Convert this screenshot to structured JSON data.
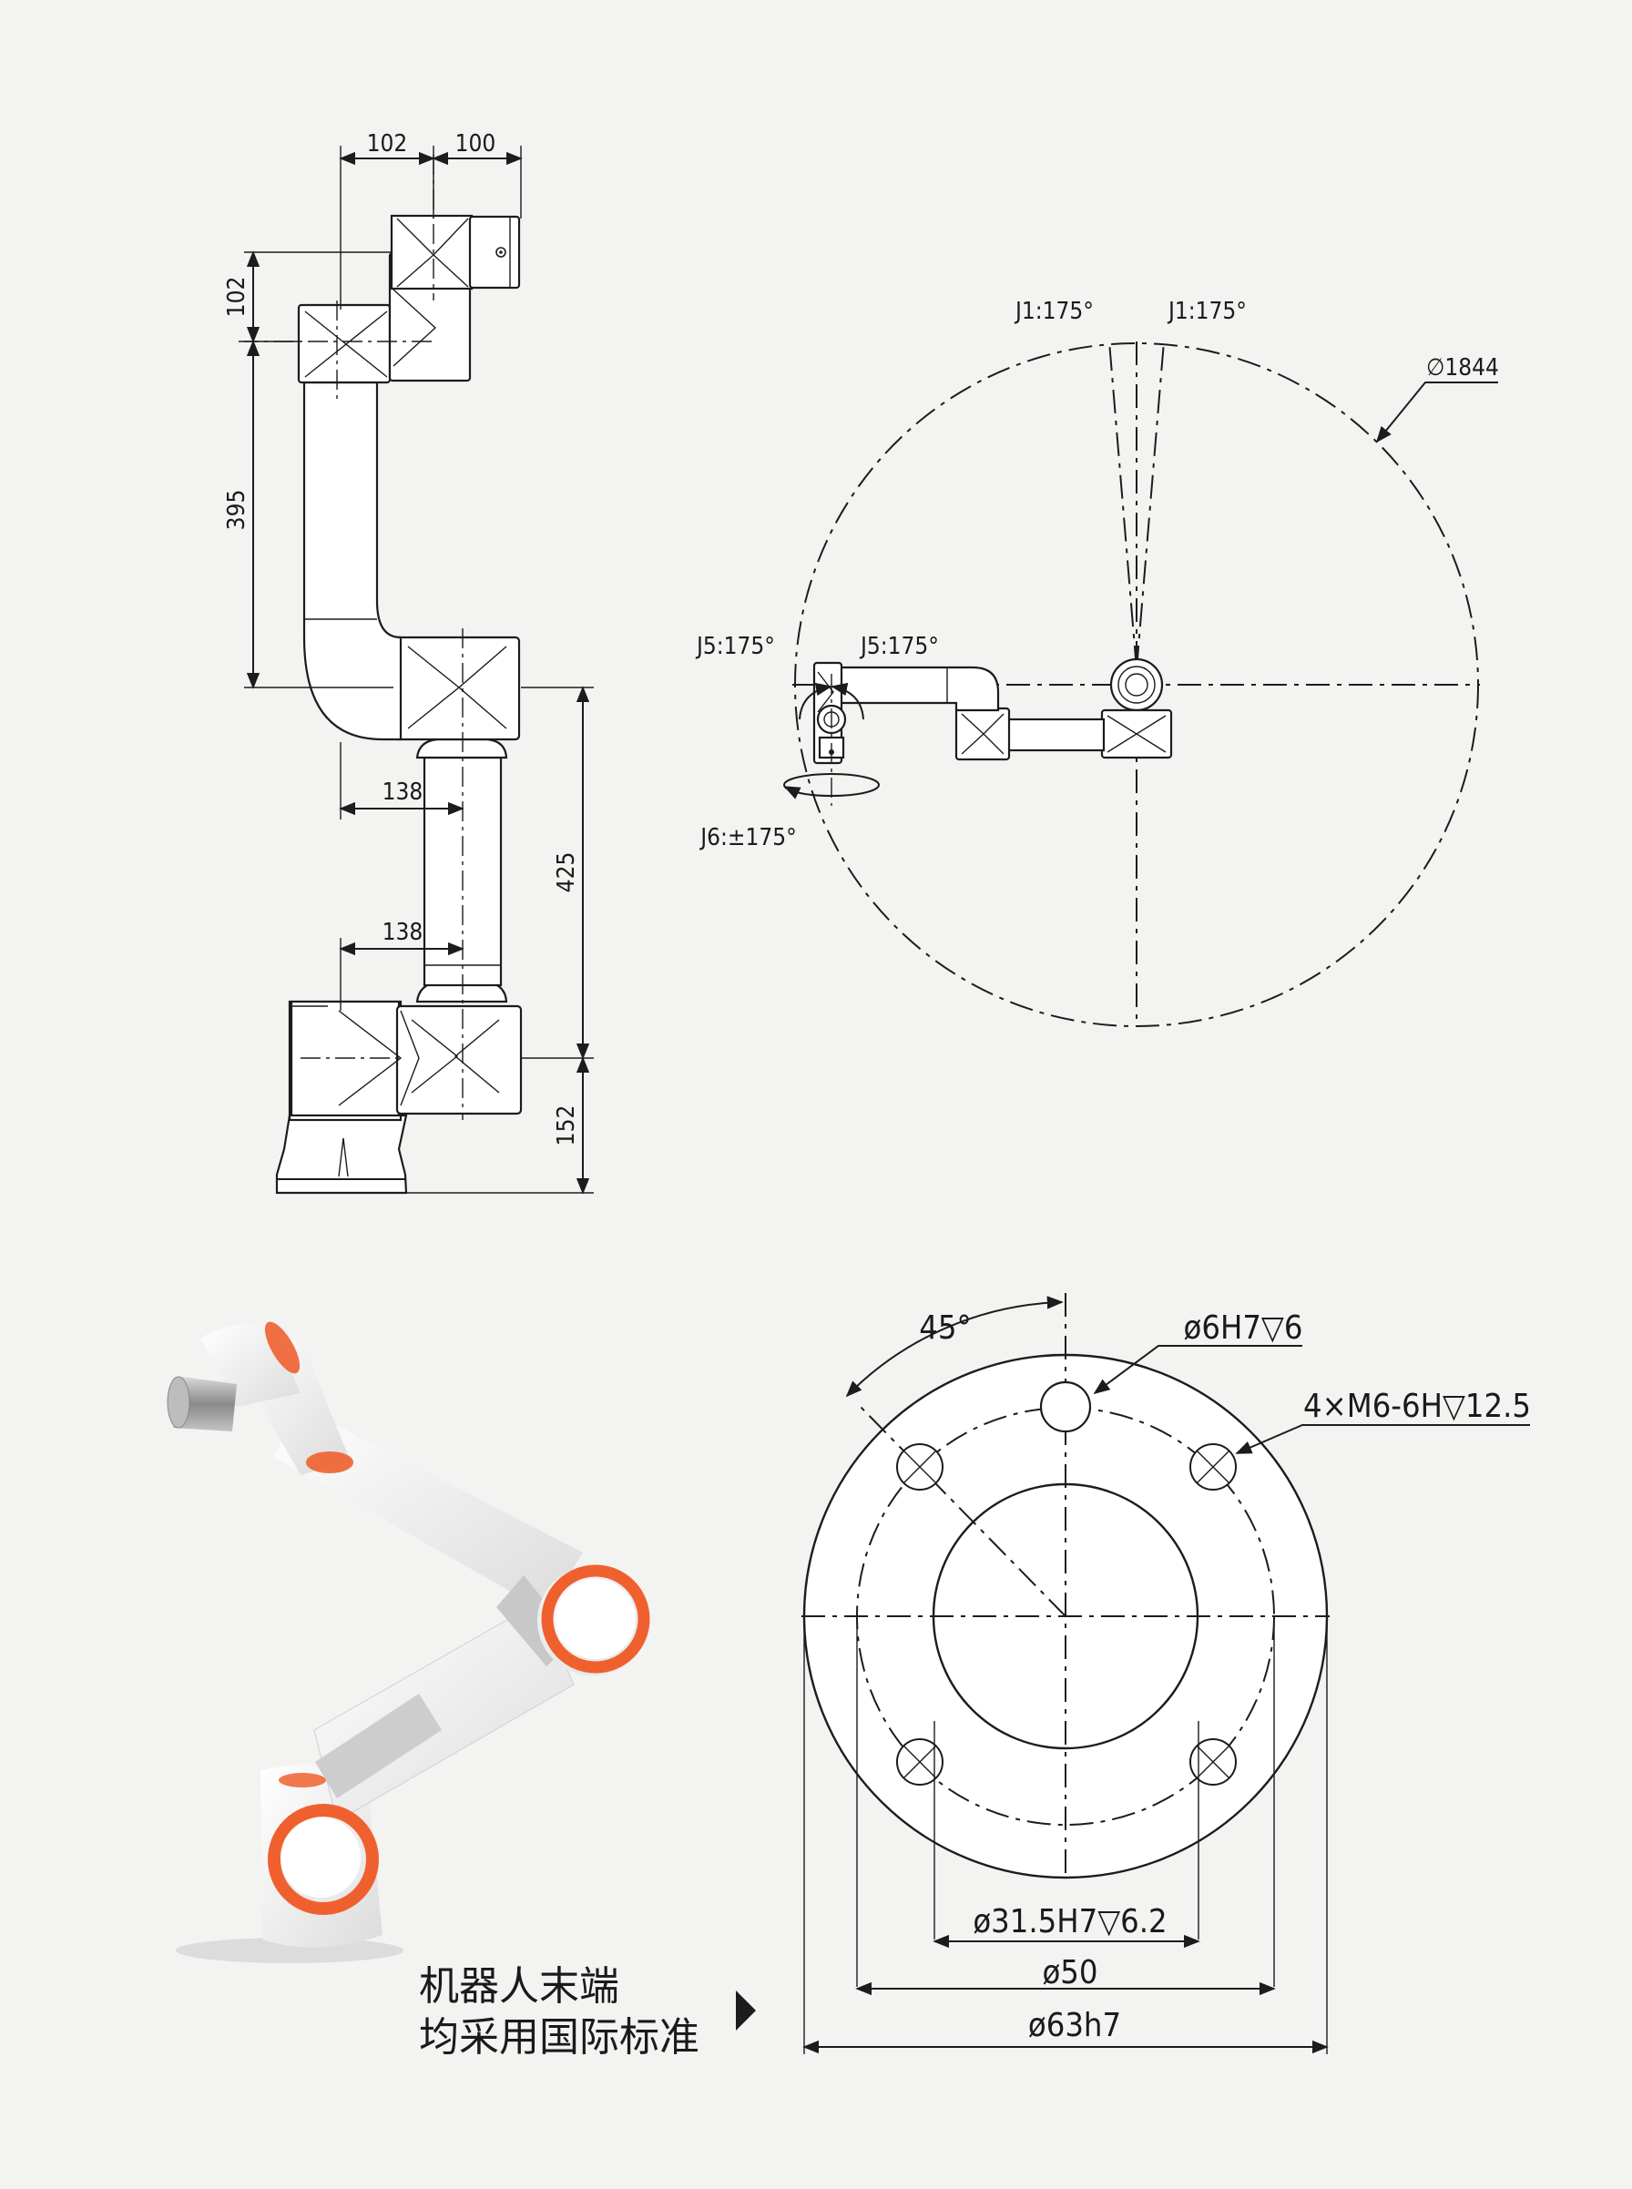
{
  "side_view": {
    "dims": {
      "top_102": "102",
      "top_100": "100",
      "v_102": "102",
      "v_395": "395",
      "h_138_upper": "138",
      "h_138_lower": "138",
      "v_425": "425",
      "v_152": "152"
    }
  },
  "top_view": {
    "j1_left": "J1:175°",
    "j1_right": "J1:175°",
    "diameter": "∅1844",
    "j5_left": "J5:175°",
    "j5_right": "J5:175°",
    "j6": "J6:±175°"
  },
  "flange": {
    "angle": "45°",
    "pin_hole": "ø6H7▽6",
    "thread_holes": "4×M6-6H▽12.5",
    "center_bore": "ø31.5H7▽6.2",
    "pcd": "ø50",
    "outer": "ø63h7"
  },
  "caption": {
    "line1": "机器人末端",
    "line2": "均采用国际标准"
  },
  "colors": {
    "accent_ring": "#f0602f",
    "robot_body": "#f7f7f7",
    "line": "#1c1c1c",
    "background": "#f3f3f1"
  }
}
